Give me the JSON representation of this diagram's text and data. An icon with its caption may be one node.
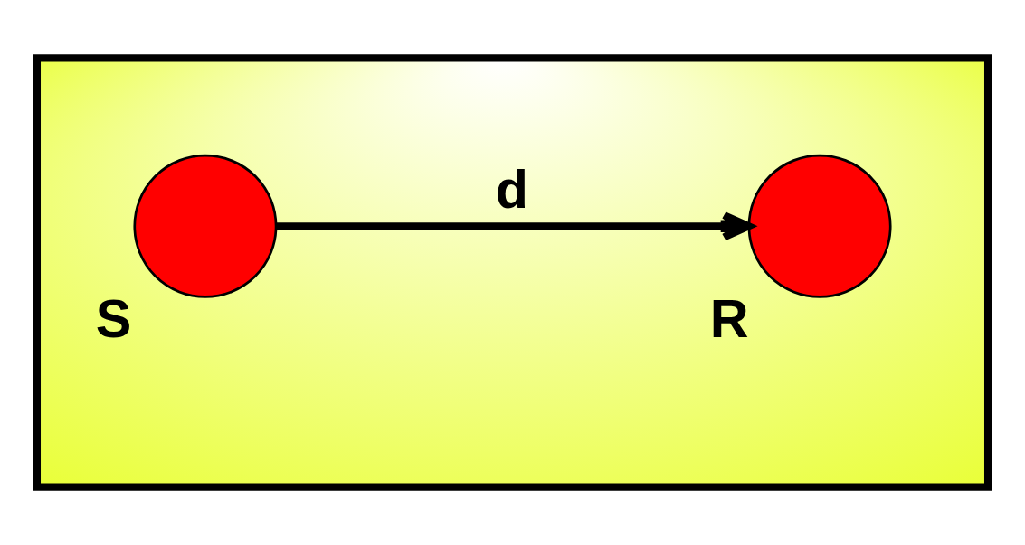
{
  "diagram": {
    "nodes": [
      {
        "text": [],
        "shape": "box"
      },
      {
        "text": [],
        "shape": "circle",
        "beside": [
          "S"
        ],
        "in": 0
      },
      {
        "text": [],
        "shape": "circle",
        "beside": [
          "R"
        ],
        "in": 0
      }
    ],
    "edges": [
      {
        "from": 1,
        "to": 2,
        "arrow": "to",
        "label": "d"
      }
    ]
  }
}
